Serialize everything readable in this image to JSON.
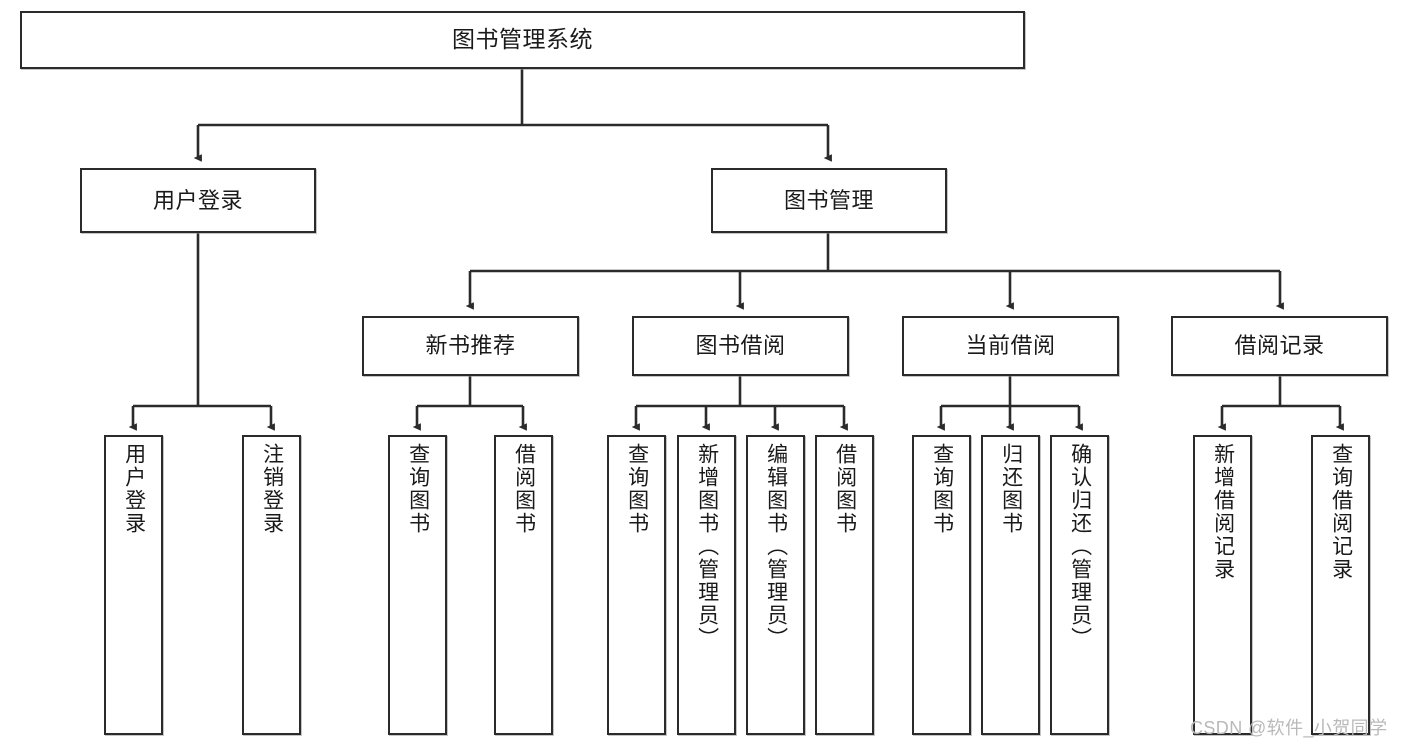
{
  "diagram": {
    "title": "图书管理系统",
    "type": "tree-hierarchy-chart",
    "colors": {
      "stroke": "#2b2b2b",
      "fill": "#ffffff",
      "text": "#1a1a1a",
      "watermark": "#b9b9b9",
      "background": "#ffffff"
    },
    "watermark": "CSDN @软件_小贺同学",
    "nodes": {
      "root": {
        "label": "图书管理系统"
      },
      "level1": [
        {
          "id": "user-login",
          "label": "用户登录"
        },
        {
          "id": "book-management",
          "label": "图书管理"
        }
      ],
      "level2": [
        {
          "id": "new-book-recommend",
          "label": "新书推荐"
        },
        {
          "id": "book-borrow",
          "label": "图书借阅"
        },
        {
          "id": "current-borrow",
          "label": "当前借阅"
        },
        {
          "id": "borrow-record",
          "label": "借阅记录"
        }
      ],
      "leaves": {
        "user-login": [
          {
            "id": "login",
            "label": "用户登录"
          },
          {
            "id": "logout",
            "label": "注销登录"
          }
        ],
        "new-book-recommend": [
          {
            "id": "query-book-1",
            "label": "查询图书"
          },
          {
            "id": "borrow-book-1",
            "label": "借阅图书"
          }
        ],
        "book-borrow": [
          {
            "id": "query-book-2",
            "label": "查询图书"
          },
          {
            "id": "add-book",
            "label": "新增图书（管理员）"
          },
          {
            "id": "edit-book",
            "label": "编辑图书（管理员）"
          },
          {
            "id": "borrow-book-2",
            "label": "借阅图书"
          }
        ],
        "current-borrow": [
          {
            "id": "query-book-3",
            "label": "查询图书"
          },
          {
            "id": "return-book",
            "label": "归还图书"
          },
          {
            "id": "confirm-return",
            "label": "确认归还（管理员）"
          }
        ],
        "borrow-record": [
          {
            "id": "add-record",
            "label": "新增借阅记录"
          },
          {
            "id": "query-record",
            "label": "查询借阅记录"
          }
        ]
      }
    }
  }
}
